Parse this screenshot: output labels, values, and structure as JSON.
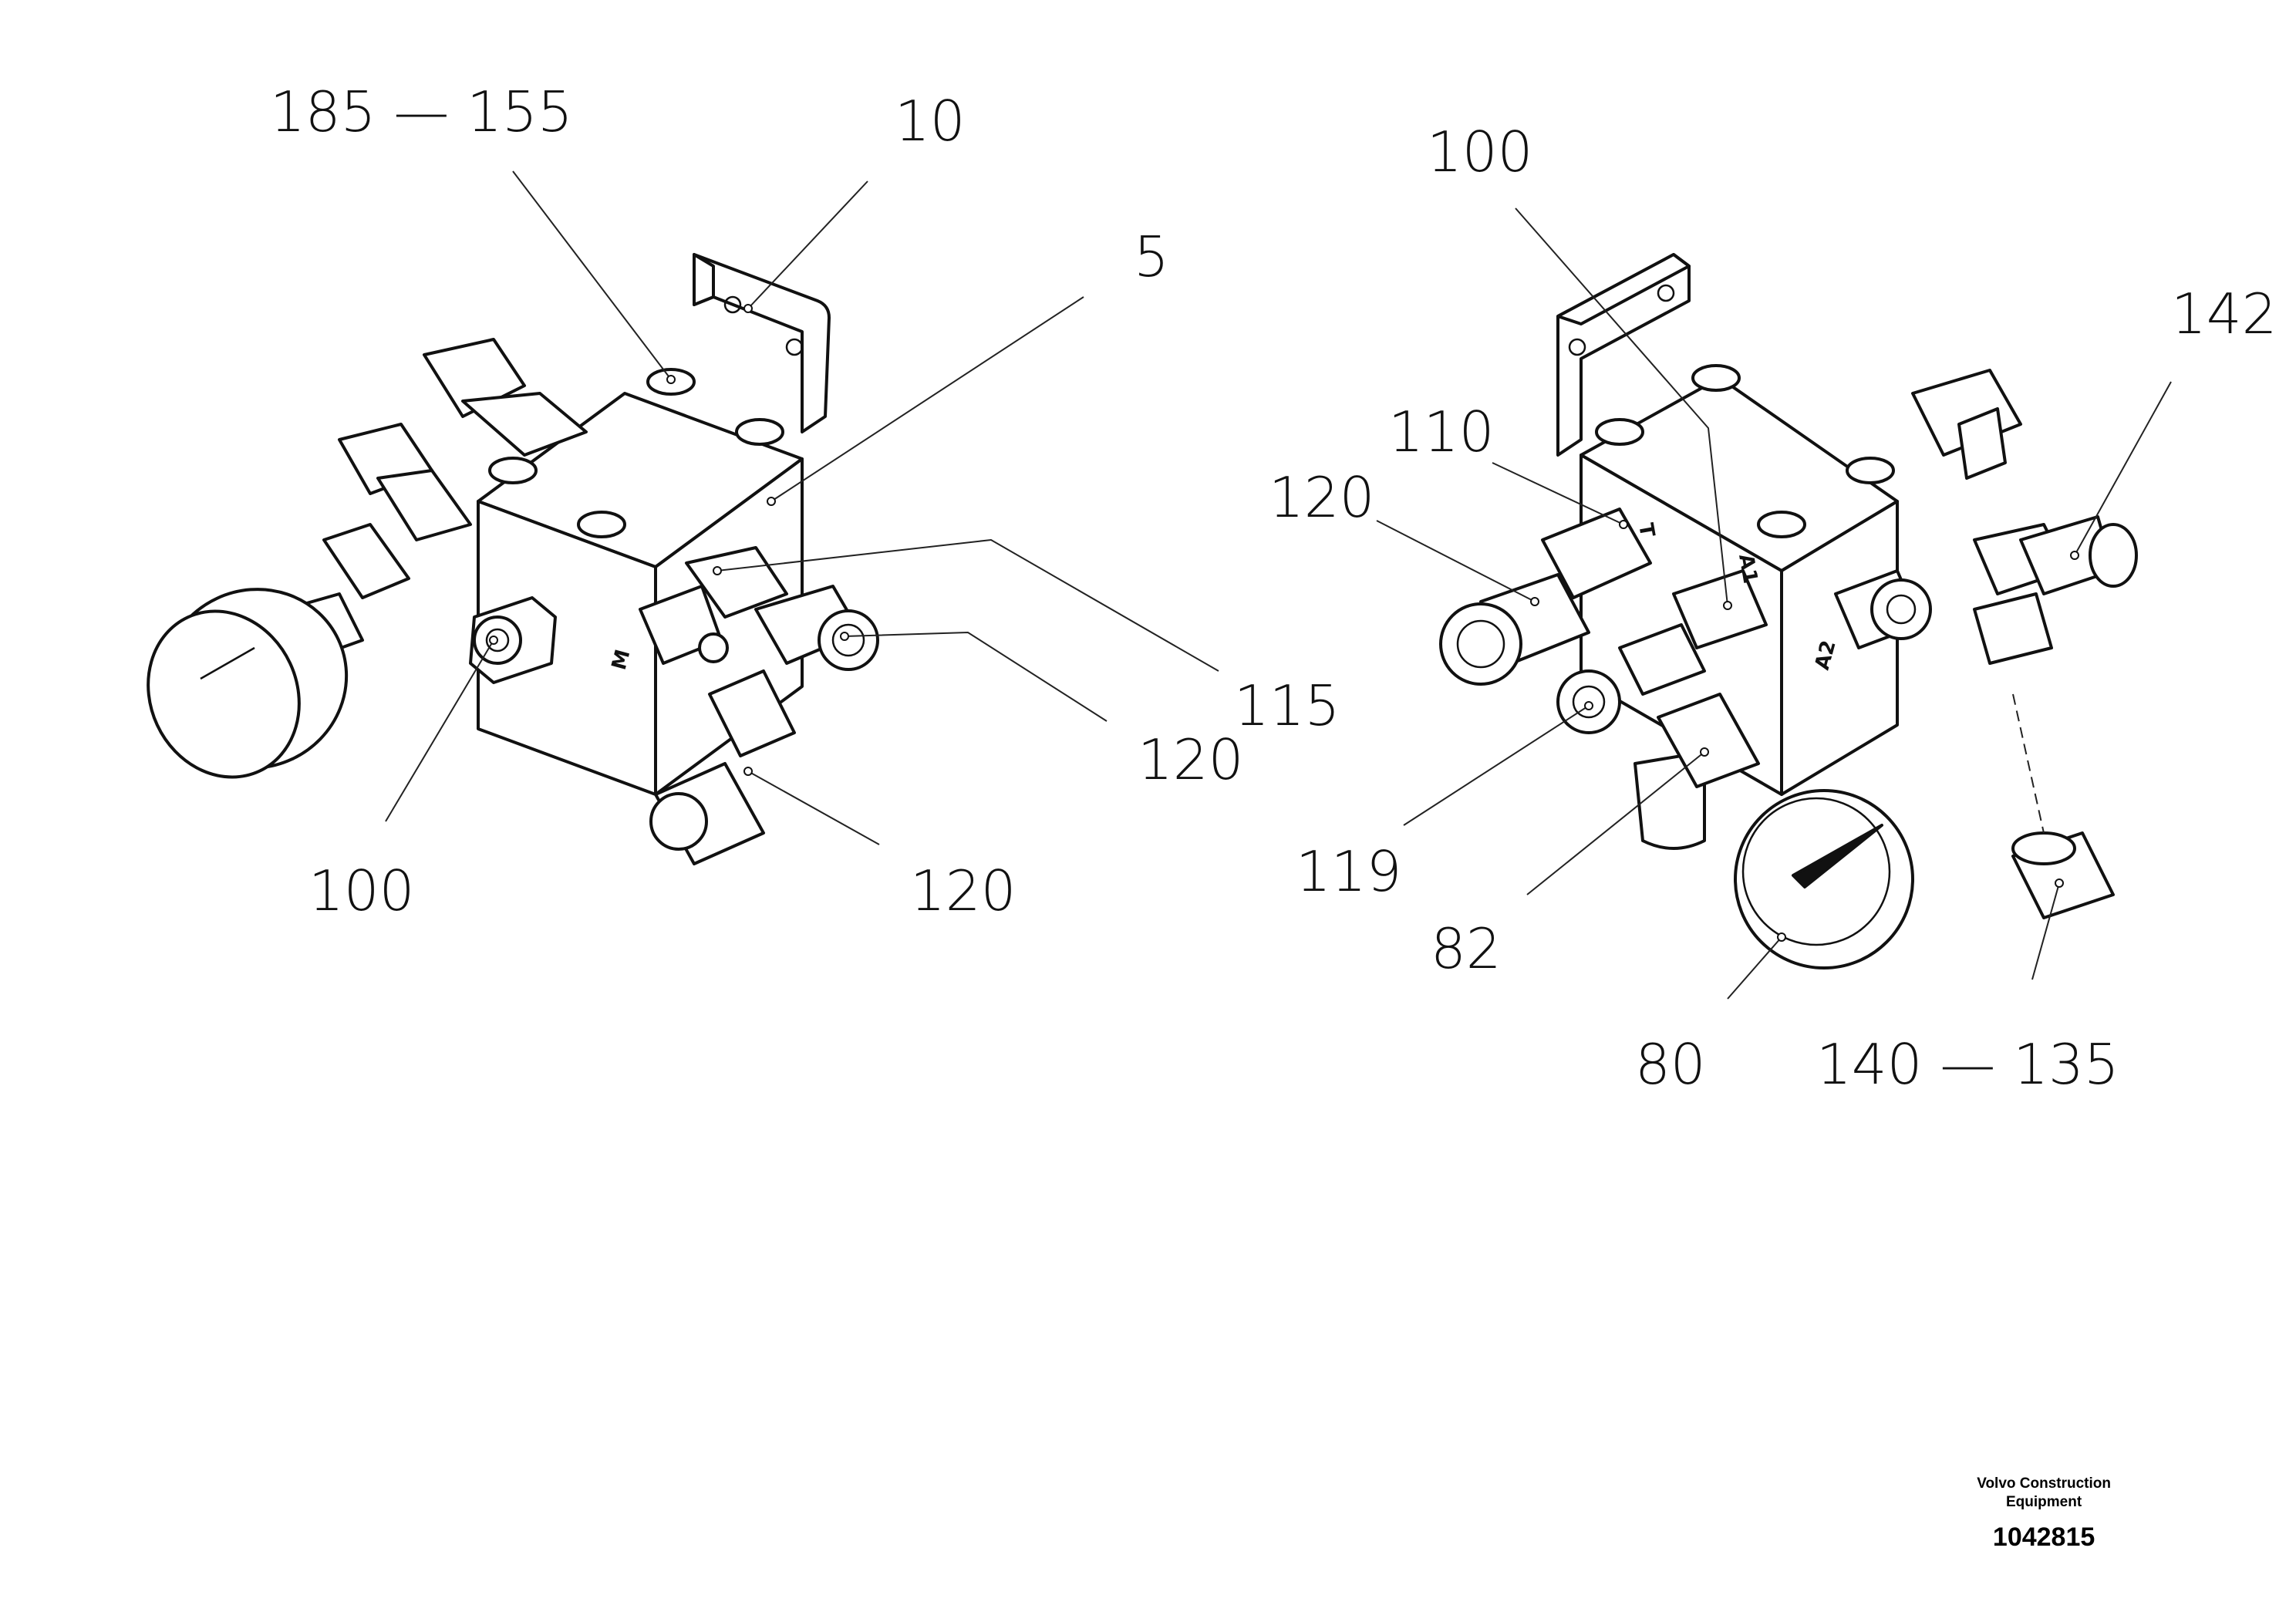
{
  "callouts": {
    "left": {
      "c185_155": "185 — 155",
      "c10": "10",
      "c5": "5",
      "c115": "115",
      "c120a": "120",
      "c120b": "120",
      "c100": "100"
    },
    "right": {
      "c100": "100",
      "c142": "142",
      "c110": "110",
      "c120": "120",
      "c119": "119",
      "c82": "82",
      "c80": "80",
      "c140_135": "140 — 135"
    }
  },
  "port_marks": {
    "left_m": "M",
    "right_t": "T",
    "right_a1": "A1",
    "right_a2": "A2"
  },
  "footer": {
    "brand_line1": "Volvo Construction",
    "brand_line2": "Equipment",
    "doc_number": "1042815"
  }
}
